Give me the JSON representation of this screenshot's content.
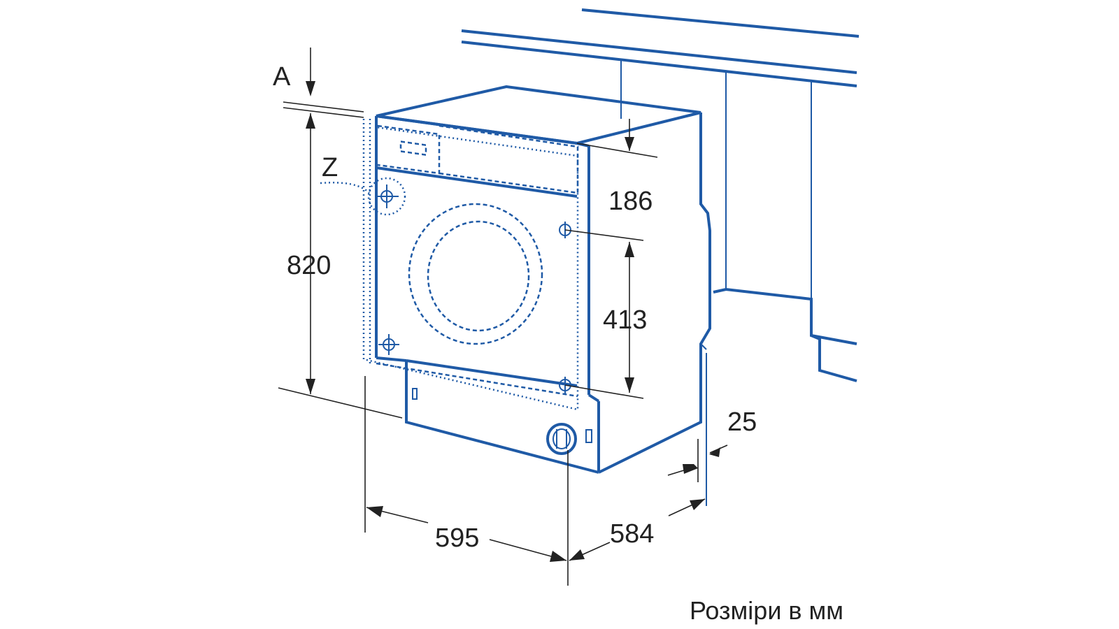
{
  "labels": {
    "a": "A",
    "z": "Z",
    "d186": "186",
    "d820": "820",
    "d413": "413",
    "d25": "25",
    "d595": "595",
    "d584": "584"
  },
  "caption": "Розміри в мм",
  "colors": {
    "line": "#1f5aa6",
    "dimension": "#222222",
    "background": "#ffffff"
  }
}
